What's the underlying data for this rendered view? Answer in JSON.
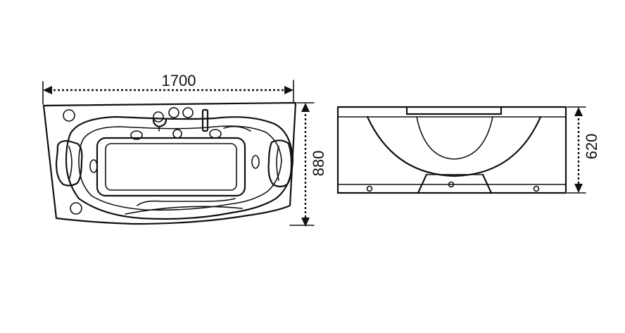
{
  "dimensions": {
    "length": "1700",
    "width": "880",
    "height": "620"
  },
  "colors": {
    "ink": "#111111",
    "paper": "#ffffff"
  }
}
